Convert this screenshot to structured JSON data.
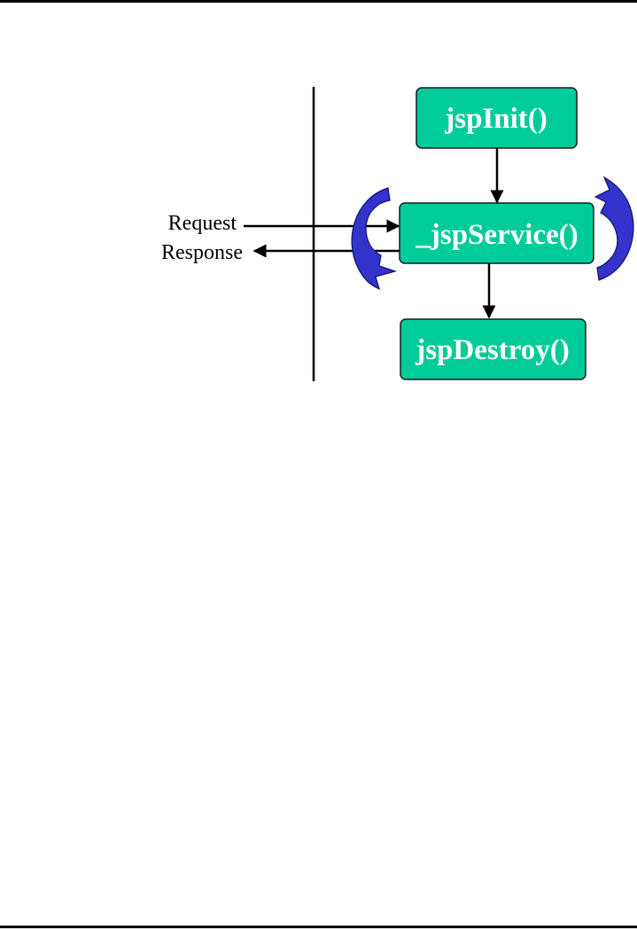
{
  "nodes": {
    "init": "jspInit()",
    "service": "_jspService()",
    "destroy": "jspDestroy()"
  },
  "labels": {
    "request": "Request",
    "response": "Response"
  },
  "colors": {
    "node_fill": "#00CC99",
    "node_stroke": "#1a1a1a",
    "loop_arrow": "#3333CC",
    "line": "#000000"
  }
}
